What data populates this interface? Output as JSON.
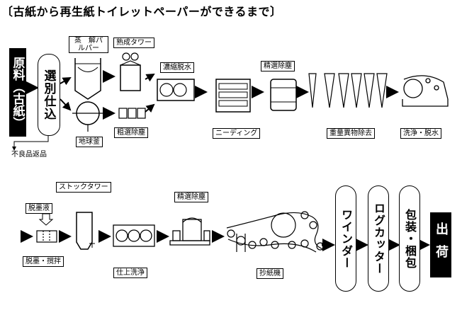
{
  "title": "〔古紙から再生紙トイレットペーパーができるまで〕",
  "nodes": {
    "raw": "原料（古紙）",
    "sort": "選別仕込",
    "reject": "不良品返品",
    "steam_pulper": "蒸　解パルパー",
    "maturing_tower": "熟成タワー",
    "globe_kettle": "地球釜",
    "coarse_screen": "粗選除塵",
    "thickening": "濃縮脱水",
    "kneading": "ニーディング",
    "fine_screen1": "精選除塵",
    "heavy_removal": "重量異物除去",
    "wash_dewater": "洗浄・脱水",
    "deink_liquid": "脱墨液",
    "deink_stir": "脱墨・撹拌",
    "stock_tower": "ストックタワー",
    "finish_wash": "仕上洗浄",
    "fine_screen2": "精選除塵",
    "paper_machine": "抄紙機",
    "winder": "ワインダー",
    "log_cutter": "ログカッター",
    "packing": "包装・梱包",
    "shipping": "出荷"
  }
}
